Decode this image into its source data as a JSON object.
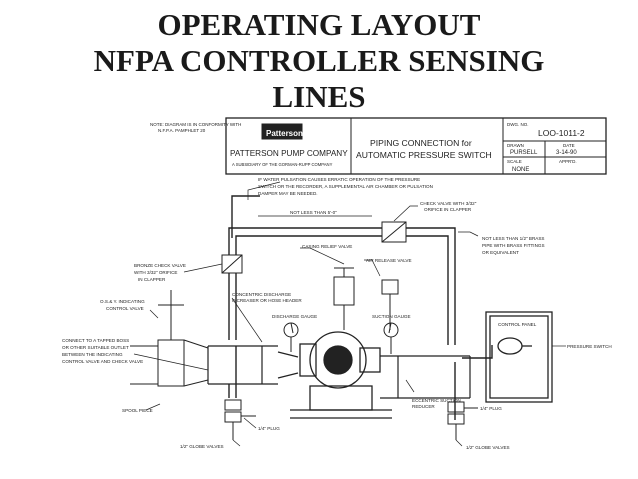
{
  "title_lines": [
    "OPERATING LAYOUT",
    "NFPA CONTROLLER SENSING",
    "LINES"
  ],
  "note": [
    "NOTE: DIAGRAM IS IN CONFORMITY WITH",
    "N.F.P.A. PAMPHLET 20"
  ],
  "title_block": {
    "logo_text": "Patterson",
    "company": "PATTERSON PUMP COMPANY",
    "subsidiary": "A SUBSIDIARY OF THE GORMAN-RUPP COMPANY",
    "heading_line1": "PIPING CONNECTION for",
    "heading_line2": "AUTOMATIC PRESSURE SWITCH",
    "dwg_no_label": "DWG. NO.",
    "dwg_no": "LOO-1011-2",
    "drawn_label": "DRAWN",
    "drawn": "PURSELL",
    "date_label": "DATE",
    "date": "3-14-90",
    "scale_label": "SCALE",
    "scale": "NONE",
    "approved_label": "APPR'D."
  },
  "callouts": {
    "surge_note": [
      "IF WATER PULSATION CAUSES ERRATIC OPERATION OF THE PRESSURE",
      "SWITCH OR THE RECORDER, A SUPPLEMENTAL AIR CHAMBER OR PULSATION",
      "DAMPER MAY BE NEEDED."
    ],
    "not_less_than_5ft": "NOT LESS THAN 5'-0\"",
    "check_valve_right": [
      "CHECK VALVE WITH 3/32\"",
      "ORIFICE IN CLAPPER"
    ],
    "casing_relief": "CASING RELIEF VALVE",
    "air_release": "AIR RELEASE VALVE",
    "brass_pipe": [
      "NOT LESS THAN 1/2\" BRASS",
      "PIPE WITH BRASS FITTINGS",
      "OR EQUIVALENT"
    ],
    "bronze_check": [
      "BRONZE CHECK VALVE",
      "WITH 3/32\" ORIFICE",
      "IN CLAPPER"
    ],
    "os_y": [
      "O.S.& Y. INDICATING",
      "CONTROL VALVE"
    ],
    "concentric": [
      "CONCENTRIC DISCHARGE",
      "INCREASER OR HOSE HEADER"
    ],
    "discharge_gauge": "DISCHARGE GAUGE",
    "suction_gauge": "SUCTION GAUGE",
    "control_panel": "CONTROL PANEL",
    "pressure_switch": "PRESSURE SWITCH",
    "connect": [
      "CONNECT TO A TAPPED BOSS",
      "OR OTHER SUITABLE OUTLET",
      "BETWEEN THE INDICATING",
      "CONTROL VALVE AND CHECK VALVE"
    ],
    "spool_piece": "SPOOL PIECE",
    "plug_left": "1/4\" PLUG",
    "plug_right": "1/4\" PLUG",
    "eccentric": [
      "ECCENTRIC SUCTION",
      "REDUCER"
    ],
    "globe_left": "1/2\" GLOBE VALVES",
    "globe_right": "1/2\" GLOBE VALVES"
  }
}
